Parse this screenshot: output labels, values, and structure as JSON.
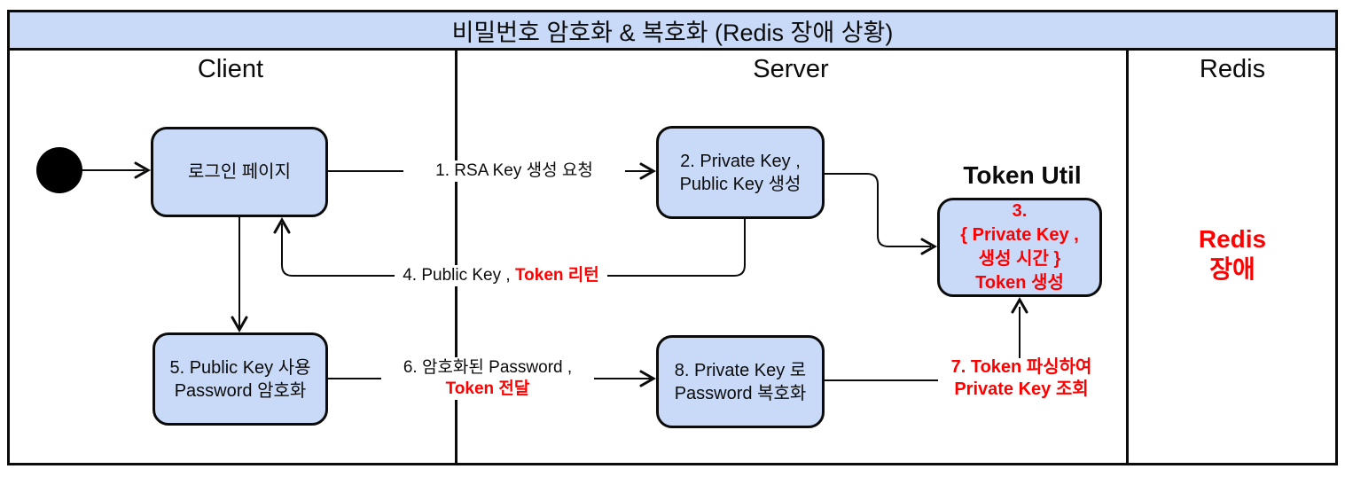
{
  "title": "비밀번호 암호화 & 복호화 (Redis 장애 상황)",
  "lanes": {
    "client": "Client",
    "server": "Server",
    "redis": "Redis"
  },
  "nodes": {
    "login": "로그인 페이지",
    "keygen": "2. Private Key ,\nPublic Key 생성",
    "token_util_title": "Token Util",
    "token_create": "3.\n{ Private Key ,\n생성 시간 }\nToken 생성",
    "encrypt": "5. Public Key 사용\nPassword 암호화",
    "decrypt": "8. Private Key 로\nPassword 복호화",
    "redis_failure": "Redis\n장애"
  },
  "edges": {
    "e1": "1. RSA Key 생성 요청",
    "e4_black": "4. Public Key , ",
    "e4_red": "Token 리턴",
    "e6_black": "6. 암호화된 Password ,",
    "e6_red": "Token 전달",
    "e7": "7. Token 파싱하여\nPrivate Key 조회"
  },
  "colors": {
    "node_fill": "#C9DAF8",
    "line": "#0B0B0B",
    "alert_red": "#FF0000"
  }
}
